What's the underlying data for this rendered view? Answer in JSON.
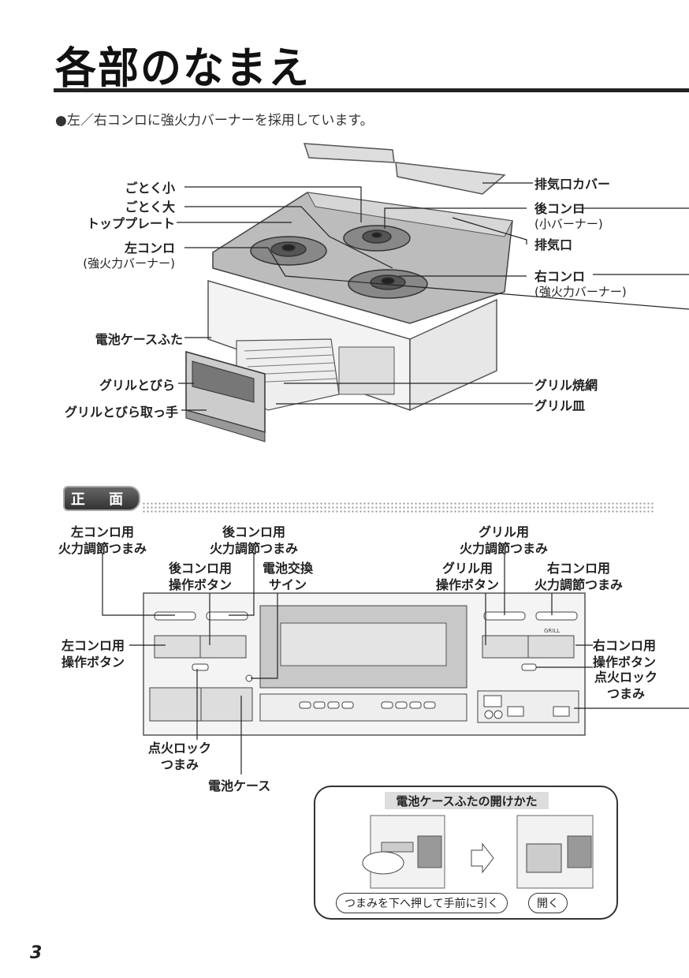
{
  "page": {
    "title": "各部のなまえ",
    "intro": "●左／右コンロに強火力バーナーを採用しています。",
    "page_number": "3"
  },
  "top_diagram": {
    "left_labels": {
      "gotoku_small": "ごとく小",
      "gotoku_large": "ごとく大",
      "top_plate": "トッププレート",
      "left_burner": "左コンロ",
      "left_burner_sub": "(強火力バーナー)",
      "battery_cover": "電池ケースふた",
      "grill_door": "グリルとびら",
      "grill_door_handle": "グリルとびら取っ手"
    },
    "right_labels": {
      "exhaust_cover": "排気口カバー",
      "rear_burner": "後コンロ",
      "rear_burner_sub": "(小バーナー)",
      "exhaust": "排気口",
      "right_burner": "右コンロ",
      "right_burner_sub": "(強火力バーナー)",
      "grill_grate": "グリル焼網",
      "grill_pan": "グリル皿"
    }
  },
  "front_section": {
    "tab_label": "正 面",
    "labels": {
      "left_knob": [
        "左コンロ用",
        "火力調節つまみ"
      ],
      "rear_knob": [
        "後コンロ用",
        "火力調節つまみ"
      ],
      "rear_button": [
        "後コンロ用",
        "操作ボタン"
      ],
      "battery_sign": [
        "電池交換",
        "サイン"
      ],
      "grill_knob": [
        "グリル用",
        "火力調節つまみ"
      ],
      "grill_button": [
        "グリル用",
        "操作ボタン"
      ],
      "right_knob": [
        "右コンロ用",
        "火力調節つまみ"
      ],
      "left_button": [
        "左コンロ用",
        "操作ボタン"
      ],
      "right_button": [
        "右コンロ用",
        "操作ボタン"
      ],
      "ignition_lock_right": [
        "点火ロック",
        "つまみ"
      ],
      "ignition_lock_left": [
        "点火ロック",
        "つまみ"
      ],
      "battery_case": "電池ケース"
    },
    "panel_marks": {
      "grill_text": "GRILL"
    }
  },
  "howto_box": {
    "title": "電池ケースふたの開けかた",
    "step1": "つまみを下へ押して手前に引く",
    "step2": "開く"
  }
}
